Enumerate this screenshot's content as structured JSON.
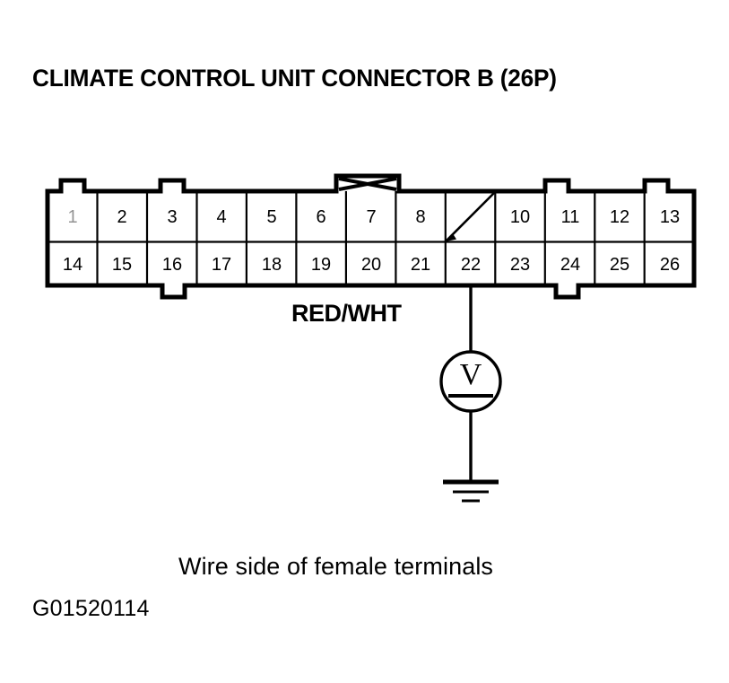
{
  "title": "CLIMATE CONTROL UNIT CONNECTOR B (26P)",
  "figure_id": "G01520114",
  "caption": "Wire side of female terminals",
  "connector": {
    "name": "Connector B",
    "pin_count": "26P",
    "columns": 13,
    "rows": 2,
    "top_row": [
      "1",
      "2",
      "3",
      "4",
      "5",
      "6",
      "7",
      "8",
      "",
      "10",
      "11",
      "12",
      "13"
    ],
    "bottom_row": [
      "14",
      "15",
      "16",
      "17",
      "18",
      "19",
      "20",
      "21",
      "22",
      "23",
      "24",
      "25",
      "26"
    ],
    "blank_cavity_column": 9,
    "blank_cavity_marker": "diagonal-slash-arrow",
    "faint_pins": [
      "1"
    ],
    "top_tabs_columns": [
      1,
      3,
      11,
      13
    ],
    "hatched_tab_column": 7,
    "bottom_tabs_columns": [
      3,
      11
    ]
  },
  "wire": {
    "color_label": "RED/WHT",
    "from_pin": "22"
  },
  "meter": {
    "symbol": "voltmeter",
    "letter": "V"
  },
  "ground": {
    "symbol": "earth-ground"
  },
  "colors": {
    "ink": "#000000",
    "background": "#ffffff"
  }
}
